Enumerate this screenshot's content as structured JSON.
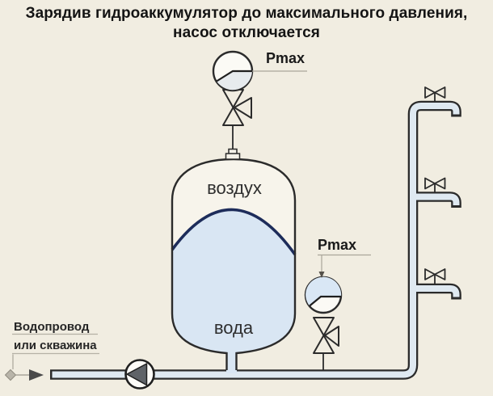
{
  "title": {
    "line1": "Зарядив гидроаккумулятор до максимального давления,",
    "line2": "насос отключается"
  },
  "tank": {
    "air_label": "воздух",
    "water_label": "вода"
  },
  "gauge_top": {
    "label": "Pmax"
  },
  "gauge_side": {
    "label": "Pmax"
  },
  "source_label": {
    "line1": "Водопровод",
    "line2": "или скважина"
  },
  "icons": {
    "pump": "pump-icon",
    "shutoff_valve": "shutoff-valve-icon",
    "tap_valve": "tap-valve-icon",
    "pressure_gauge": "pressure-gauge-icon",
    "faucet": "faucet-icon",
    "flow_arrow": "flow-arrow-icon"
  },
  "colors": {
    "background": "#f1ede1",
    "line": "#2b2b2b",
    "pipe_fill": "#dfe9f1",
    "water_fill": "#d9e6f3",
    "membrane": "#1d2c5a",
    "gauge_tint": "#d9e7f5",
    "pump_fill": "#5f6368",
    "leader": "#a9a59a"
  }
}
